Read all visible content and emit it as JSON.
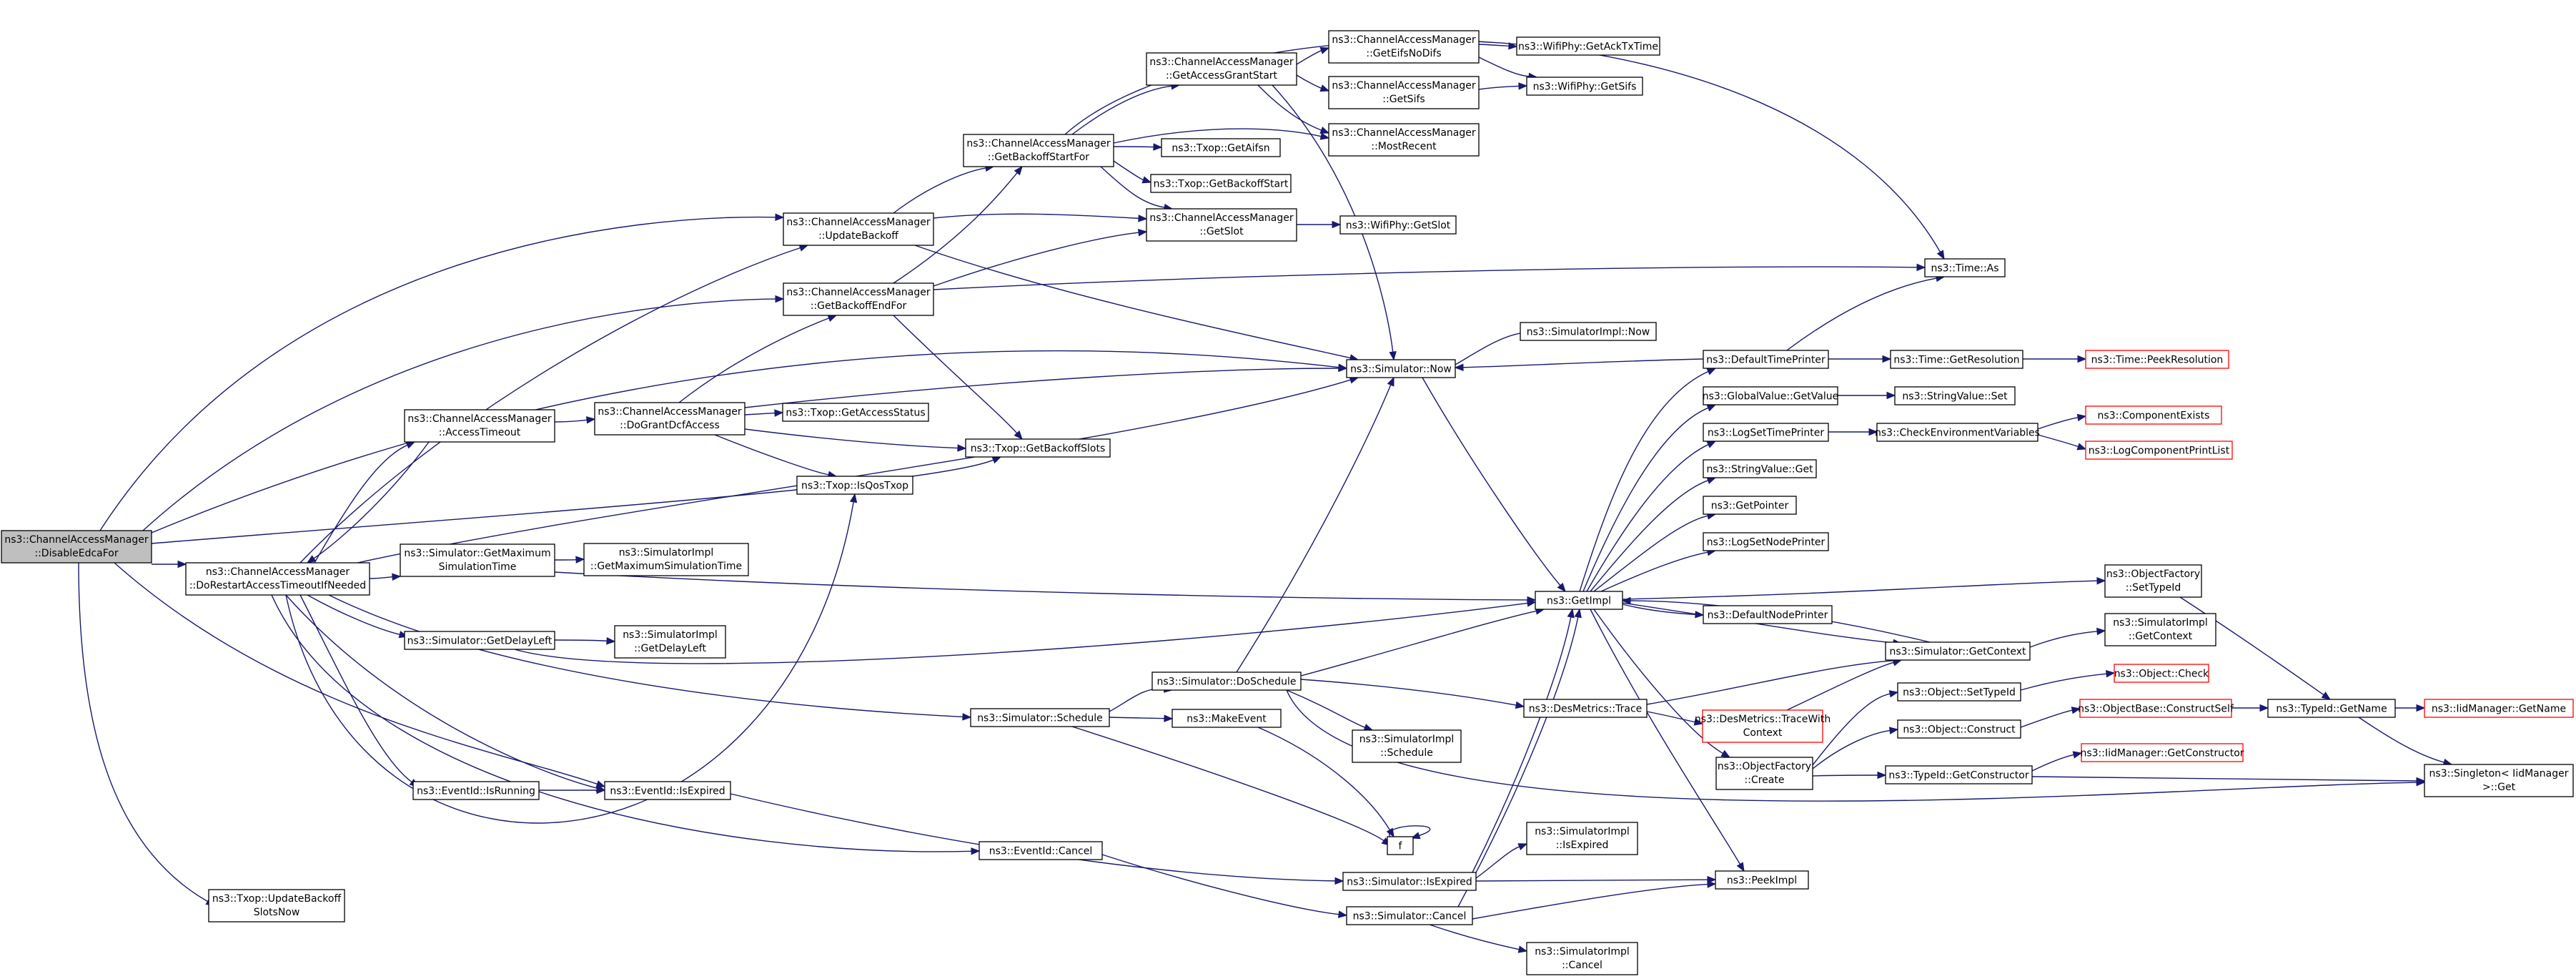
{
  "colors": {
    "edge": "#191970",
    "node_border": "#000000",
    "node_fill": "#ffffff",
    "truncated_border": "#ff0000",
    "focus_fill": "#bfbfbf",
    "text": "#000000"
  },
  "nodes": [
    {
      "id": "disableEdca",
      "lines": [
        "ns3::ChannelAccessManager",
        "::DisableEdcaFor"
      ],
      "style": "focus"
    },
    {
      "id": "doRestart",
      "lines": [
        "ns3::ChannelAccessManager",
        "::DoRestartAccessTimeoutIfNeeded"
      ],
      "style": "normal"
    },
    {
      "id": "updateBackoffSlotsNow",
      "lines": [
        "ns3::Txop::UpdateBackoff",
        "SlotsNow"
      ],
      "style": "normal"
    },
    {
      "id": "accessTimeout",
      "lines": [
        "ns3::ChannelAccessManager",
        "::AccessTimeout"
      ],
      "style": "normal"
    },
    {
      "id": "updateBackoff",
      "lines": [
        "ns3::ChannelAccessManager",
        "::UpdateBackoff"
      ],
      "style": "normal"
    },
    {
      "id": "getBackoffEndFor",
      "lines": [
        "ns3::ChannelAccessManager",
        "::GetBackoffEndFor"
      ],
      "style": "normal"
    },
    {
      "id": "doGrantDcf",
      "lines": [
        "ns3::ChannelAccessManager",
        "::DoGrantDcfAccess"
      ],
      "style": "normal"
    },
    {
      "id": "getBackoffStartFor",
      "lines": [
        "ns3::ChannelAccessManager",
        "::GetBackoffStartFor"
      ],
      "style": "normal"
    },
    {
      "id": "getAccessGrantStart",
      "lines": [
        "ns3::ChannelAccessManager",
        "::GetAccessGrantStart"
      ],
      "style": "normal"
    },
    {
      "id": "getEifsNoDifs",
      "lines": [
        "ns3::ChannelAccessManager",
        "::GetEifsNoDifs"
      ],
      "style": "normal"
    },
    {
      "id": "getSifsCam",
      "lines": [
        "ns3::ChannelAccessManager",
        "::GetSifs"
      ],
      "style": "normal"
    },
    {
      "id": "mostRecent",
      "lines": [
        "ns3::ChannelAccessManager",
        "::MostRecent"
      ],
      "style": "normal"
    },
    {
      "id": "getSlotCam",
      "lines": [
        "ns3::ChannelAccessManager",
        "::GetSlot"
      ],
      "style": "normal"
    },
    {
      "id": "getAckTxTime",
      "lines": [
        "ns3::WifiPhy::GetAckTxTime"
      ],
      "style": "normal"
    },
    {
      "id": "wifiGetSifs",
      "lines": [
        "ns3::WifiPhy::GetSifs"
      ],
      "style": "normal"
    },
    {
      "id": "wifiGetSlot",
      "lines": [
        "ns3::WifiPhy::GetSlot"
      ],
      "style": "normal"
    },
    {
      "id": "getAifsn",
      "lines": [
        "ns3::Txop::GetAifsn"
      ],
      "style": "normal"
    },
    {
      "id": "getBackoffStart",
      "lines": [
        "ns3::Txop::GetBackoffStart"
      ],
      "style": "normal"
    },
    {
      "id": "getAccessStatus",
      "lines": [
        "ns3::Txop::GetAccessStatus"
      ],
      "style": "normal"
    },
    {
      "id": "getBackoffSlots",
      "lines": [
        "ns3::Txop::GetBackoffSlots"
      ],
      "style": "normal"
    },
    {
      "id": "isQosTxop",
      "lines": [
        "ns3::Txop::IsQosTxop"
      ],
      "style": "normal"
    },
    {
      "id": "simNow",
      "lines": [
        "ns3::Simulator::Now"
      ],
      "style": "normal"
    },
    {
      "id": "simImplNow",
      "lines": [
        "ns3::SimulatorImpl::Now"
      ],
      "style": "normal"
    },
    {
      "id": "getMaxSimTime",
      "lines": [
        "ns3::Simulator::GetMaximum",
        "SimulationTime"
      ],
      "style": "normal"
    },
    {
      "id": "implGetMaxSimTime",
      "lines": [
        "ns3::SimulatorImpl",
        "::GetMaximumSimulationTime"
      ],
      "style": "normal"
    },
    {
      "id": "getDelayLeft",
      "lines": [
        "ns3::Simulator::GetDelayLeft"
      ],
      "style": "normal"
    },
    {
      "id": "implGetDelayLeft",
      "lines": [
        "ns3::SimulatorImpl",
        "::GetDelayLeft"
      ],
      "style": "normal"
    },
    {
      "id": "simSchedule",
      "lines": [
        "ns3::Simulator::Schedule"
      ],
      "style": "normal"
    },
    {
      "id": "doSchedule",
      "lines": [
        "ns3::Simulator::DoSchedule"
      ],
      "style": "normal"
    },
    {
      "id": "makeEvent",
      "lines": [
        "ns3::MakeEvent"
      ],
      "style": "normal"
    },
    {
      "id": "implSchedule",
      "lines": [
        "ns3::SimulatorImpl",
        "::Schedule"
      ],
      "style": "normal"
    },
    {
      "id": "fFunc",
      "lines": [
        "f"
      ],
      "style": "normal"
    },
    {
      "id": "eventIsRunning",
      "lines": [
        "ns3::EventId::IsRunning"
      ],
      "style": "normal"
    },
    {
      "id": "eventIsExpired",
      "lines": [
        "ns3::EventId::IsExpired"
      ],
      "style": "normal"
    },
    {
      "id": "eventCancel",
      "lines": [
        "ns3::EventId::Cancel"
      ],
      "style": "normal"
    },
    {
      "id": "simIsExpired",
      "lines": [
        "ns3::Simulator::IsExpired"
      ],
      "style": "normal"
    },
    {
      "id": "implIsExpired",
      "lines": [
        "ns3::SimulatorImpl",
        "::IsExpired"
      ],
      "style": "normal"
    },
    {
      "id": "simCancel",
      "lines": [
        "ns3::Simulator::Cancel"
      ],
      "style": "normal"
    },
    {
      "id": "implCancel",
      "lines": [
        "ns3::SimulatorImpl",
        "::Cancel"
      ],
      "style": "normal"
    },
    {
      "id": "peekImpl",
      "lines": [
        "ns3::PeekImpl"
      ],
      "style": "normal"
    },
    {
      "id": "getImpl",
      "lines": [
        "ns3::GetImpl"
      ],
      "style": "normal"
    },
    {
      "id": "desTrace",
      "lines": [
        "ns3::DesMetrics::Trace"
      ],
      "style": "normal"
    },
    {
      "id": "desTraceCtx",
      "lines": [
        "ns3::DesMetrics::TraceWith",
        "Context"
      ],
      "style": "truncated"
    },
    {
      "id": "objFactoryCreate",
      "lines": [
        "ns3::ObjectFactory",
        "::Create"
      ],
      "style": "normal"
    },
    {
      "id": "defaultTimePrinter",
      "lines": [
        "ns3::DefaultTimePrinter"
      ],
      "style": "normal"
    },
    {
      "id": "globalGetValue",
      "lines": [
        "ns3::GlobalValue::GetValue"
      ],
      "style": "normal"
    },
    {
      "id": "logSetTimePrinter",
      "lines": [
        "ns3::LogSetTimePrinter"
      ],
      "style": "normal"
    },
    {
      "id": "stringValueGet",
      "lines": [
        "ns3::StringValue::Get"
      ],
      "style": "normal"
    },
    {
      "id": "getPointer",
      "lines": [
        "ns3::GetPointer"
      ],
      "style": "normal"
    },
    {
      "id": "logSetNodePrinter",
      "lines": [
        "ns3::LogSetNodePrinter"
      ],
      "style": "normal"
    },
    {
      "id": "defaultNodePrinter",
      "lines": [
        "ns3::DefaultNodePrinter"
      ],
      "style": "normal"
    },
    {
      "id": "simGetContext",
      "lines": [
        "ns3::Simulator::GetContext"
      ],
      "style": "normal"
    },
    {
      "id": "implGetContext",
      "lines": [
        "ns3::SimulatorImpl",
        "::GetContext"
      ],
      "style": "normal"
    },
    {
      "id": "timeAs",
      "lines": [
        "ns3::Time::As"
      ],
      "style": "normal"
    },
    {
      "id": "timeGetResolution",
      "lines": [
        "ns3::Time::GetResolution"
      ],
      "style": "normal"
    },
    {
      "id": "timePeekResolution",
      "lines": [
        "ns3::Time::PeekResolution"
      ],
      "style": "truncated"
    },
    {
      "id": "stringValueSet",
      "lines": [
        "ns3::StringValue::Set"
      ],
      "style": "normal"
    },
    {
      "id": "checkEnvVars",
      "lines": [
        "ns3::CheckEnvironmentVariables"
      ],
      "style": "normal"
    },
    {
      "id": "componentExists",
      "lines": [
        "ns3::ComponentExists"
      ],
      "style": "truncated"
    },
    {
      "id": "logComponentPrintList",
      "lines": [
        "ns3::LogComponentPrintList"
      ],
      "style": "truncated"
    },
    {
      "id": "objFactorySetTypeId",
      "lines": [
        "ns3::ObjectFactory",
        "::SetTypeId"
      ],
      "style": "normal"
    },
    {
      "id": "objectSetTypeId",
      "lines": [
        "ns3::Object::SetTypeId"
      ],
      "style": "normal"
    },
    {
      "id": "objectCheck",
      "lines": [
        "ns3::Object::Check"
      ],
      "style": "truncated"
    },
    {
      "id": "objectConstruct",
      "lines": [
        "ns3::Object::Construct"
      ],
      "style": "normal"
    },
    {
      "id": "objectBaseConstructSelf",
      "lines": [
        "ns3::ObjectBase::ConstructSelf"
      ],
      "style": "truncated"
    },
    {
      "id": "typeIdGetConstructor",
      "lines": [
        "ns3::TypeId::GetConstructor"
      ],
      "style": "normal"
    },
    {
      "id": "iidGetConstructor",
      "lines": [
        "ns3::IidManager::GetConstructor"
      ],
      "style": "truncated"
    },
    {
      "id": "typeIdGetName",
      "lines": [
        "ns3::TypeId::GetName"
      ],
      "style": "normal"
    },
    {
      "id": "iidGetName",
      "lines": [
        "ns3::IidManager::GetName"
      ],
      "style": "truncated"
    },
    {
      "id": "singletonGet",
      "lines": [
        "ns3::Singleton< IidManager",
        ">::Get"
      ],
      "style": "normal"
    }
  ]
}
